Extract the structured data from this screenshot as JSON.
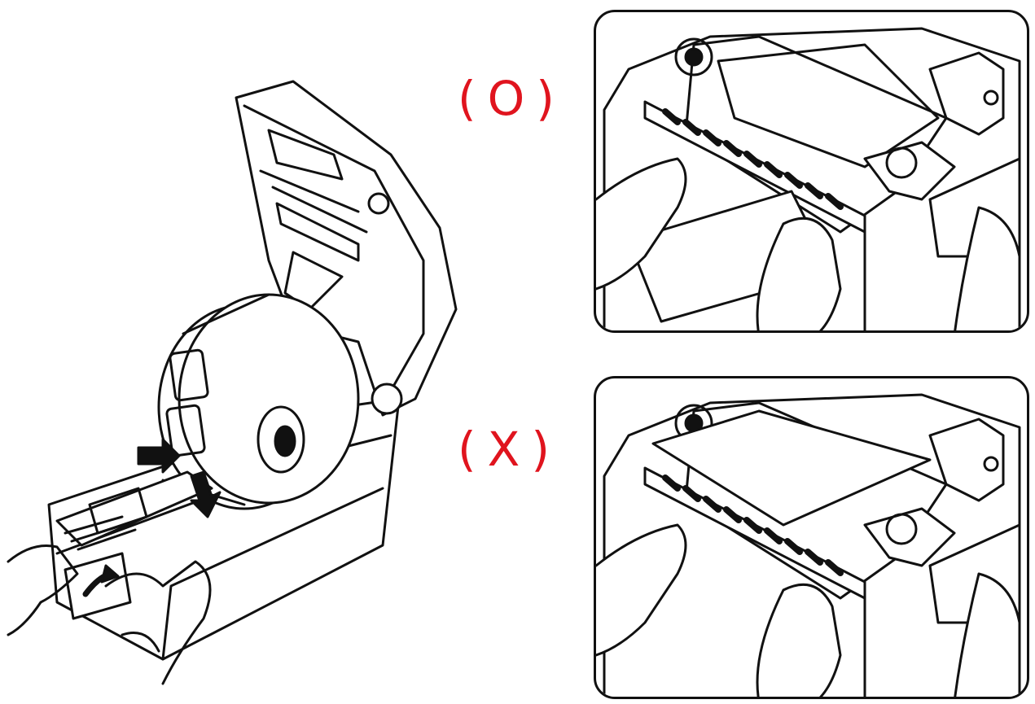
{
  "labels": {
    "correct": "(O)",
    "incorrect": "(X)"
  },
  "colors": {
    "label": "#e0141e",
    "line": "#111111",
    "paper": "#ffffff"
  },
  "icons": {
    "main": "label-printer-open-with-roll",
    "detail_correct": "media-inserted-under-guide",
    "detail_incorrect": "media-inserted-over-guide"
  }
}
